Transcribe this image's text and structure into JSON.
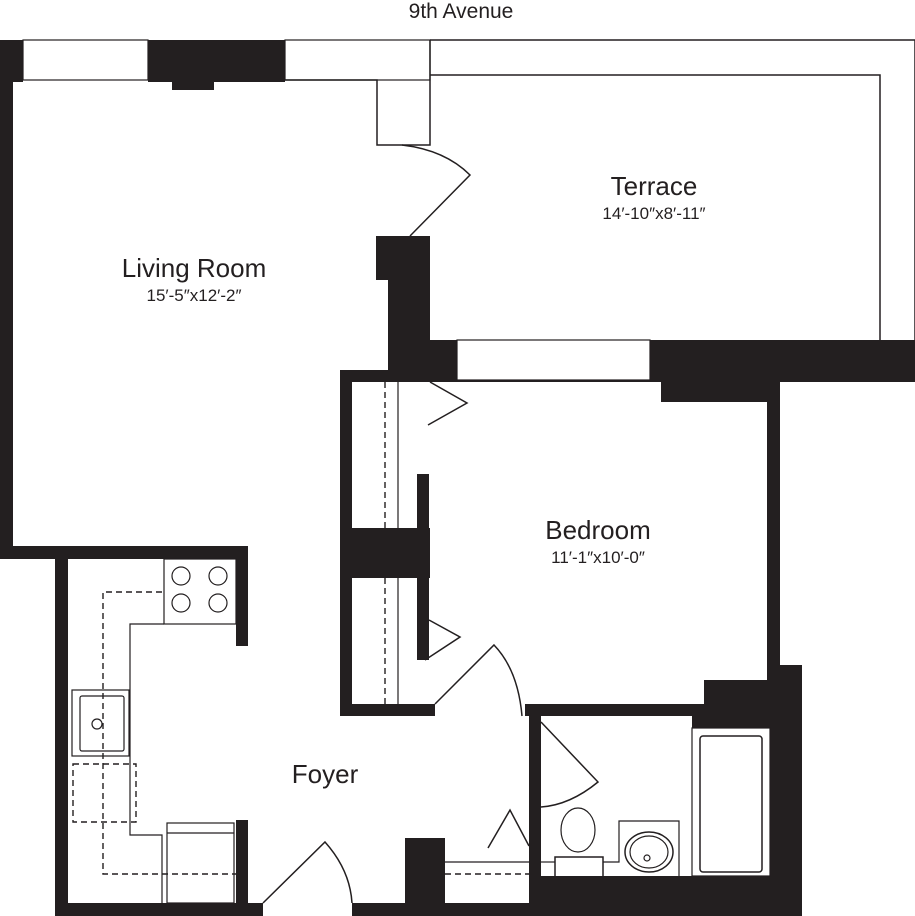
{
  "plan": {
    "street_label": "9th Avenue",
    "wall_color": "#231f20",
    "background_color": "#ffffff"
  },
  "rooms": {
    "living_room": {
      "name": "Living Room",
      "dimensions": "15′-5″x12′-2″"
    },
    "terrace": {
      "name": "Terrace",
      "dimensions": "14′-10″x8′-11″"
    },
    "bedroom": {
      "name": "Bedroom",
      "dimensions": "11′-1″x10′-0″"
    },
    "foyer": {
      "name": "Foyer"
    }
  },
  "fixtures": {
    "kitchen": [
      "stove-4-burner",
      "sink",
      "dishwasher",
      "refrigerator",
      "counter"
    ],
    "bathroom": [
      "toilet",
      "vanity-sink",
      "bathtub"
    ],
    "closets": [
      "bedroom-closet-upper",
      "bedroom-closet-lower",
      "foyer-closet"
    ]
  }
}
